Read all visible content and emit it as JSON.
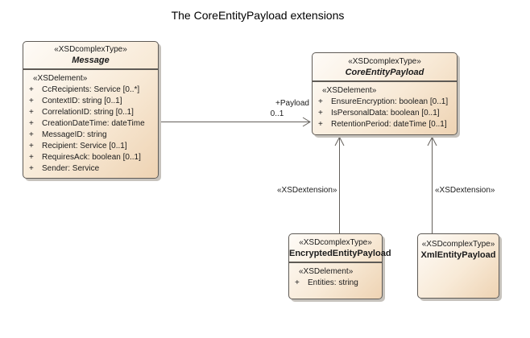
{
  "title": "The CoreEntityPayload extensions",
  "colors": {
    "box_fill_top": "#fefbf7",
    "box_fill_bottom": "#eed3b3",
    "box_border": "#5f5b56",
    "connector": "#64605b",
    "title_text": "#000000",
    "body_text": "#1b1b1b",
    "shadow": "#c6c2bc"
  },
  "classes": {
    "message": {
      "stereotype": "«XSDcomplexType»",
      "name": "Message",
      "section_label": "«XSDelement»",
      "attributes": [
        {
          "vis": "+",
          "text": "CcRecipients: Service [0..*]"
        },
        {
          "vis": "+",
          "text": "ContextID: string [0..1]"
        },
        {
          "vis": "+",
          "text": "CorrelationID: string [0..1]"
        },
        {
          "vis": "+",
          "text": "CreationDateTime: dateTime"
        },
        {
          "vis": "+",
          "text": "MessageID: string"
        },
        {
          "vis": "+",
          "text": "Recipient: Service [0..1]"
        },
        {
          "vis": "+",
          "text": "RequiresAck: boolean [0..1]"
        },
        {
          "vis": "+",
          "text": "Sender: Service"
        }
      ]
    },
    "core_entity_payload": {
      "stereotype": "«XSDcomplexType»",
      "name": "CoreEntityPayload",
      "section_label": "«XSDelement»",
      "attributes": [
        {
          "vis": "+",
          "text": "EnsureEncryption: boolean [0..1]"
        },
        {
          "vis": "+",
          "text": "IsPersonalData: boolean [0..1]"
        },
        {
          "vis": "+",
          "text": "RetentionPeriod: dateTime [0..1]"
        }
      ]
    },
    "encrypted_entity_payload": {
      "stereotype": "«XSDcomplexType»",
      "name": "EncryptedEntityPayload",
      "section_label": "«XSDelement»",
      "attributes": [
        {
          "vis": "+",
          "text": "Entities: string"
        }
      ]
    },
    "xml_entity_payload": {
      "stereotype": "«XSDcomplexType»",
      "name": "XmlEntityPayload"
    }
  },
  "connectors": {
    "payload_association": {
      "role_label": "+Payload",
      "multiplicity": "0..1"
    },
    "extension_left": {
      "stereotype_label": "«XSDextension»"
    },
    "extension_right": {
      "stereotype_label": "«XSDextension»"
    }
  }
}
